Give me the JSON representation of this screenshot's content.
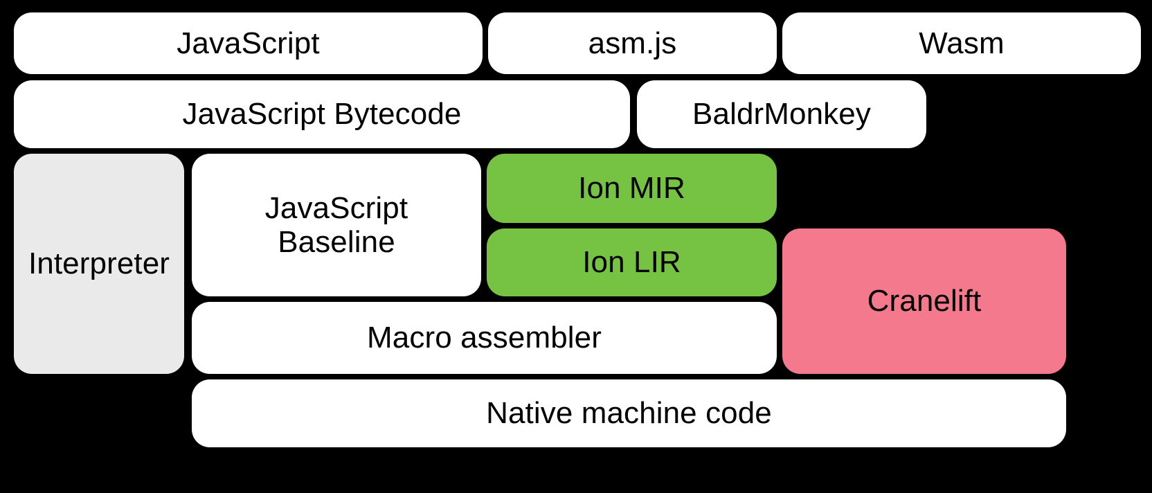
{
  "diagram": {
    "title": "SpiderMonkey JavaScript and WebAssembly compilation pipeline",
    "background_color": "#000000",
    "palette": {
      "white": "#FFFFFF",
      "gray": "#EAEAEA",
      "green": "#76C344",
      "pink": "#F5798D",
      "text": "#000000"
    },
    "rows": [
      {
        "name": "source-languages",
        "boxes": [
          "javascript",
          "asmjs",
          "wasm"
        ]
      },
      {
        "name": "intermediate-representations",
        "boxes": [
          "javascript-bytecode",
          "baldrmonkey"
        ]
      },
      {
        "name": "execution-tiers",
        "boxes": [
          "interpreter",
          "javascript-baseline",
          "ion-mir",
          "ion-lir",
          "cranelift"
        ]
      },
      {
        "name": "code-emission",
        "boxes": [
          "macro-assembler"
        ]
      },
      {
        "name": "output",
        "boxes": [
          "native-machine-code"
        ]
      }
    ],
    "nodes": {
      "javascript": {
        "label": "JavaScript",
        "color": "#FFFFFF"
      },
      "asmjs": {
        "label": "asm.js",
        "color": "#FFFFFF"
      },
      "wasm": {
        "label": "Wasm",
        "color": "#FFFFFF"
      },
      "javascript_bytecode": {
        "label": "JavaScript Bytecode",
        "color": "#FFFFFF"
      },
      "baldrmonkey": {
        "label": "BaldrMonkey",
        "color": "#FFFFFF"
      },
      "interpreter": {
        "label": "Interpreter",
        "color": "#EAEAEA"
      },
      "javascript_baseline": {
        "label": "JavaScript\nBaseline",
        "color": "#FFFFFF"
      },
      "ion_mir": {
        "label": "Ion MIR",
        "color": "#76C344"
      },
      "ion_lir": {
        "label": "Ion LIR",
        "color": "#76C344"
      },
      "cranelift": {
        "label": "Cranelift",
        "color": "#F5798D"
      },
      "macro_assembler": {
        "label": "Macro assembler",
        "color": "#FFFFFF"
      },
      "native_machine_code": {
        "label": "Native machine code",
        "color": "#FFFFFF"
      }
    }
  }
}
